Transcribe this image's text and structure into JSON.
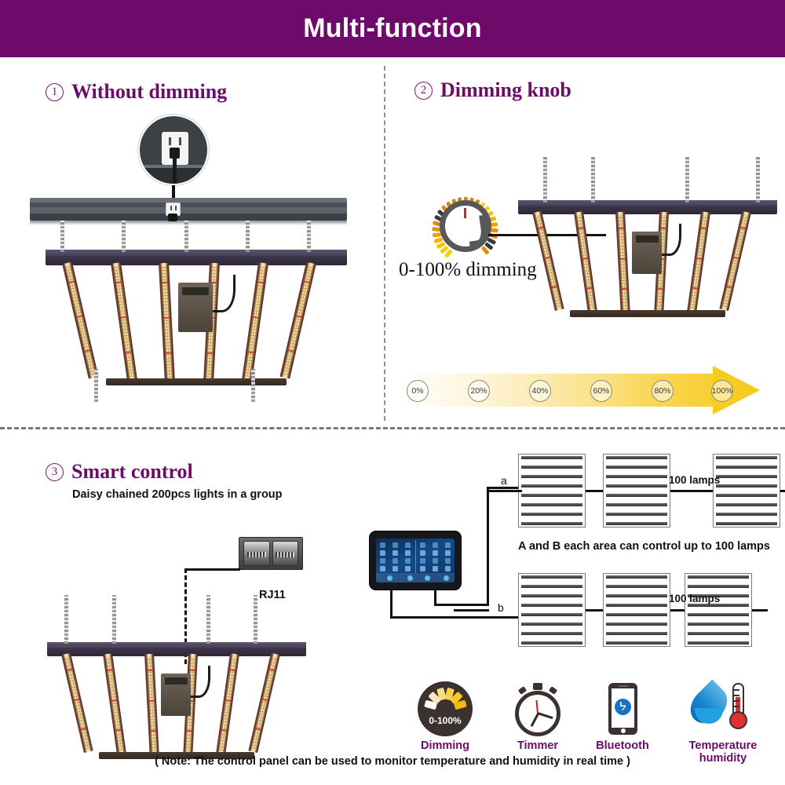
{
  "header": {
    "title": "Multi-function"
  },
  "sections": [
    {
      "number": "1",
      "title": "Without dimming",
      "subtitle": ""
    },
    {
      "number": "2",
      "title": "Dimming knob",
      "subtitle": ""
    },
    {
      "number": "3",
      "title": "Smart control",
      "subtitle": "Daisy chained 200pcs lights in a group"
    }
  ],
  "dimming": {
    "knob_caption": "0-100% dimming",
    "scale_labels": [
      "0%",
      "20%",
      "40%",
      "60%",
      "80%",
      "100%"
    ],
    "arrow_gradient_from": "#ffffff",
    "arrow_gradient_to": "#f6cc22"
  },
  "smart_control": {
    "connector_label": "RJ11",
    "branch_a_label": "a",
    "branch_b_label": "b",
    "lamps_label_top": "100 lamps",
    "lamps_label_bottom": "100 lamps",
    "capacity_note": "A and B each area can control up to 100 lamps"
  },
  "features": [
    {
      "label": "Dimming",
      "icon": "dimming-gauge-icon",
      "badge": "0-100%"
    },
    {
      "label": "Timmer",
      "icon": "stopwatch-icon",
      "badge": ""
    },
    {
      "label": "Bluetooth",
      "icon": "bluetooth-phone-icon",
      "badge": ""
    },
    {
      "label": "Temperature humidity",
      "icon": "thermometer-droplet-icon",
      "badge": ""
    }
  ],
  "footer": {
    "note": "( Note: The control panel can be used to monitor temperature and humidity in real time )"
  },
  "colors": {
    "brand_purple": "#6d0a6a",
    "accent_yellow": "#f6cc22",
    "divider_gray": "#8f8f8f"
  }
}
